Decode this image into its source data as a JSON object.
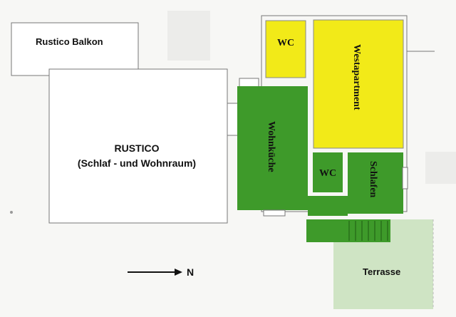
{
  "plan": {
    "rustico_balkon": "Rustico Balkon",
    "rustico_title": "RUSTICO",
    "rustico_subtitle": "(Schlaf - und Wohnraum)",
    "wc_top": "WC",
    "westapartment": "Westapartment",
    "wohnkueche": "Wohnküche",
    "wc_bottom": "WC",
    "schlafen": "Schlafen",
    "terrasse": "Terrasse",
    "north": "N"
  },
  "colors": {
    "yellow_room": "#f2ea18",
    "green_room": "#3e9a2a",
    "terrace": "#cfe4c4",
    "outline": "#666666",
    "background": "#f7f7f5"
  }
}
